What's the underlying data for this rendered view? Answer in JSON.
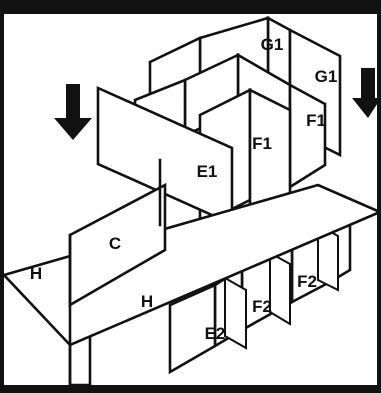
{
  "colors": {
    "frame": "#111111",
    "background": "#ffffff",
    "arrow": "#111111"
  },
  "icons": {
    "left_arrow": "arrow-down-icon",
    "right_arrow": "arrow-down-icon"
  },
  "labels": {
    "g1_back": "G1",
    "g1_front": "G1",
    "f1_right": "F1",
    "f1_mid": "F1",
    "e1": "E1",
    "c": "C",
    "h_left": "H",
    "h_center": "H",
    "f2_right": "F2",
    "f2_mid": "F2",
    "e2": "E2"
  }
}
